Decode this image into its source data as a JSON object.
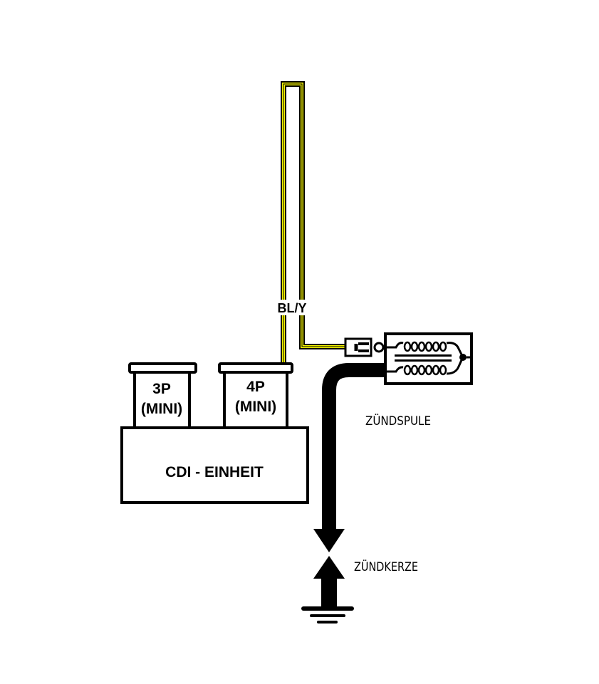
{
  "diagram": {
    "type": "ignition wiring diagram",
    "colors": {
      "wire_yellow": "#f2f200",
      "line": "#000000",
      "background": "#ffffff"
    },
    "wire": {
      "label": "BL/Y"
    },
    "cdi_unit": {
      "label": "CDI - EINHEIT",
      "connectors": [
        {
          "line1": "3P",
          "line2": "(MINI)"
        },
        {
          "line1": "4P",
          "line2": "(MINI)"
        }
      ]
    },
    "ignition_coil": {
      "label": "ZÜNDSPULE"
    },
    "spark_plug": {
      "label": "ZÜNDKERZE"
    }
  }
}
